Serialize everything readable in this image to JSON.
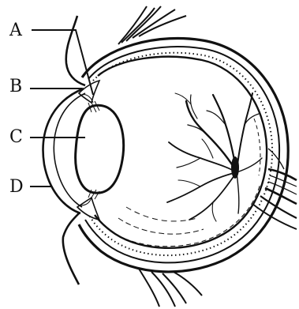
{
  "labels": {
    "a": "A",
    "b": "B",
    "c": "C",
    "d": "D"
  },
  "colors": {
    "ink": "#111111",
    "background": "#ffffff"
  }
}
